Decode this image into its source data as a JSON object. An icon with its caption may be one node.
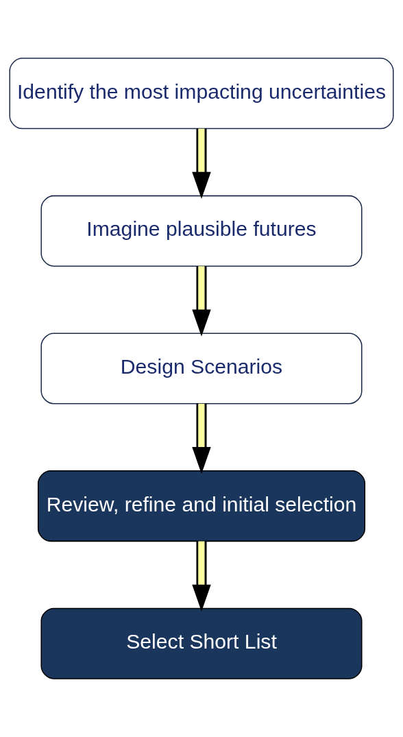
{
  "diagram": {
    "nodes": [
      {
        "text": [
          "Identify the most impacting uncertainties"
        ]
      },
      {
        "text": [
          "Imagine plausible futures"
        ]
      },
      {
        "text": [
          "Design Scenarios"
        ]
      },
      {
        "text": [
          "Review, refine and initial selection"
        ]
      },
      {
        "text": [
          "Select Short List"
        ]
      }
    ],
    "edges": [
      {
        "from": 0,
        "to": 1,
        "arrow": "to"
      },
      {
        "from": 1,
        "to": 2,
        "arrow": "to"
      },
      {
        "from": 2,
        "to": 3,
        "arrow": "to"
      },
      {
        "from": 3,
        "to": 4,
        "arrow": "to"
      }
    ]
  }
}
